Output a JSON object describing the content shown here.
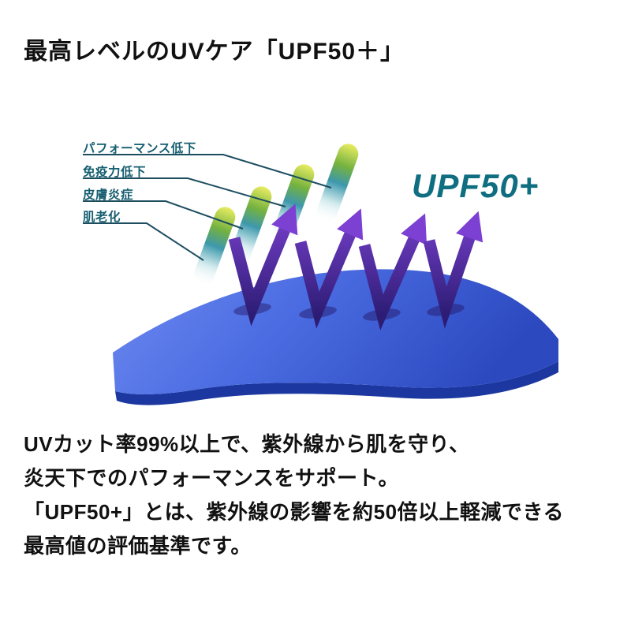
{
  "title": "最高レベルのUVケア「UPF50＋」",
  "diagram": {
    "badge": "UPF50+",
    "effect_labels": [
      "パフォーマンス低下",
      "免疫力低下",
      "皮膚炎症",
      "肌老化"
    ],
    "colors": {
      "label_text": "#155e70",
      "badge_text": "#0f6f80",
      "leader_line": "#1d4e60",
      "fabric_blue_light": "#6e8af0",
      "fabric_blue_mid": "#4b6ce2",
      "fabric_blue_dark": "#2c49c0",
      "fabric_edge": "#1c38a0",
      "uv_arrow_purple_dark": "#2c1c74",
      "uv_arrow_purple_light": "#8345d8",
      "ray_teal": "#3d98ac",
      "ray_green": "#74b23f",
      "ray_yellow": "#e9ec62"
    }
  },
  "body": {
    "lines": [
      "UVカット率99%以上で、紫外線から肌を守り、",
      "炎天下でのパフォーマンスをサポート。",
      "「UPF50+」とは、紫外線の影響を約50倍以上軽減できる",
      "最高値の評価基準です。"
    ]
  }
}
